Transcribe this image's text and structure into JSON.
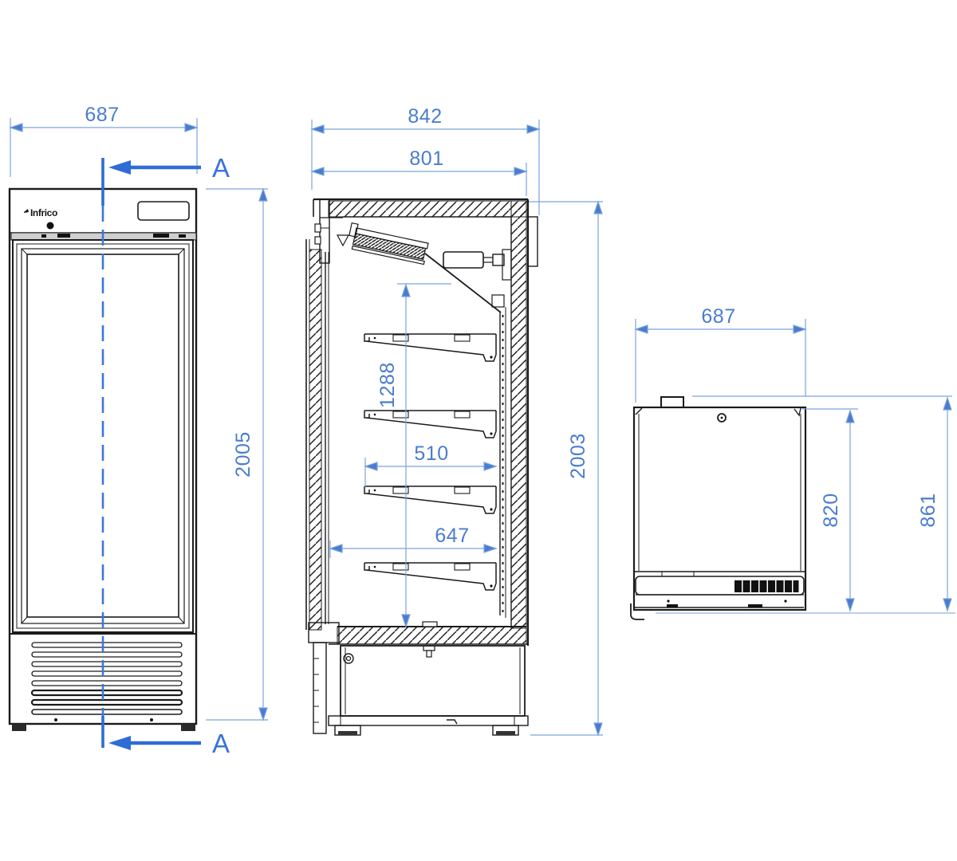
{
  "meta": {
    "description": "Technical dimension drawing of a single glass-door refrigerated display cabinet: front view with section line A-A, side section view with shelves, and rear bottom-unit view"
  },
  "brand_logo": "Infrico",
  "section_label": "A",
  "dimensions": {
    "front_width": "687",
    "front_height": "2005",
    "side_depth_total": "842",
    "side_depth_body": "801",
    "side_interior_height": "1288",
    "side_shelf_depth": "510",
    "side_interior_depth": "647",
    "side_height": "2003",
    "rear_width": "687",
    "rear_body_height": "820",
    "rear_total_height": "861"
  },
  "colors": {
    "dimension_blue": "#4a7cce",
    "dimension_line_blue": "#7ba3de",
    "section_blue": "#2e6cd6",
    "drawing_black": "#1b1b1b",
    "background": "#ffffff"
  }
}
